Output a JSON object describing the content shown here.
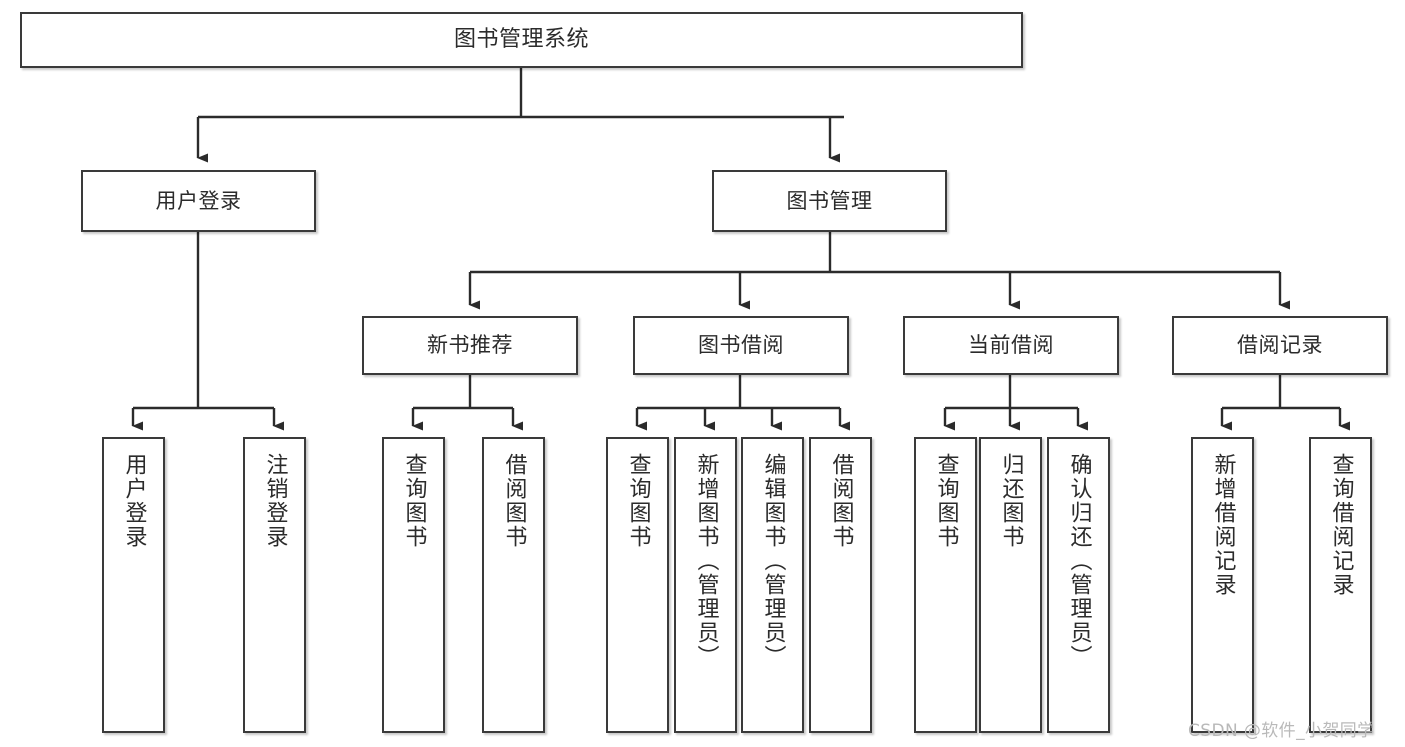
{
  "diagram": {
    "title": "图书管理系统",
    "type": "tree",
    "orientation": "top-down",
    "colors": {
      "node_border": "#3a3a3a",
      "node_fill": "#ffffff",
      "edge": "#2b2b2b",
      "text": "#2b2b2b",
      "watermark": "#b9b9b9"
    },
    "watermark": "CSDN @软件_小贺同学",
    "nodes": {
      "root": {
        "label": "图书管理系统"
      },
      "level1": [
        {
          "id": "user-login",
          "label": "用户登录"
        },
        {
          "id": "book-manage",
          "label": "图书管理"
        }
      ],
      "level2": [
        {
          "id": "new-book-recommend",
          "label": "新书推荐"
        },
        {
          "id": "book-borrow",
          "label": "图书借阅"
        },
        {
          "id": "current-borrow",
          "label": "当前借阅"
        },
        {
          "id": "borrow-record",
          "label": "借阅记录"
        }
      ],
      "leaves": [
        {
          "id": "leaf-user-login",
          "label": "用户登录",
          "parent": "user-login"
        },
        {
          "id": "leaf-logout-login",
          "label": "注销登录",
          "parent": "user-login"
        },
        {
          "id": "leaf-query-book-1",
          "label": "查询图书",
          "parent": "new-book-recommend"
        },
        {
          "id": "leaf-borrow-book-1",
          "label": "借阅图书",
          "parent": "new-book-recommend"
        },
        {
          "id": "leaf-query-book-2",
          "label": "查询图书",
          "parent": "book-borrow"
        },
        {
          "id": "leaf-add-book-admin",
          "label": "新增图书（管理员）",
          "parent": "book-borrow"
        },
        {
          "id": "leaf-edit-book-admin",
          "label": "编辑图书（管理员）",
          "parent": "book-borrow"
        },
        {
          "id": "leaf-borrow-book-2",
          "label": "借阅图书",
          "parent": "book-borrow"
        },
        {
          "id": "leaf-query-book-3",
          "label": "查询图书",
          "parent": "current-borrow"
        },
        {
          "id": "leaf-return-book",
          "label": "归还图书",
          "parent": "current-borrow"
        },
        {
          "id": "leaf-confirm-return-admin",
          "label": "确认归还（管理员）",
          "parent": "current-borrow"
        },
        {
          "id": "leaf-add-borrow-record",
          "label": "新增借阅记录",
          "parent": "borrow-record"
        },
        {
          "id": "leaf-query-borrow-record",
          "label": "查询借阅记录",
          "parent": "borrow-record"
        }
      ]
    }
  }
}
